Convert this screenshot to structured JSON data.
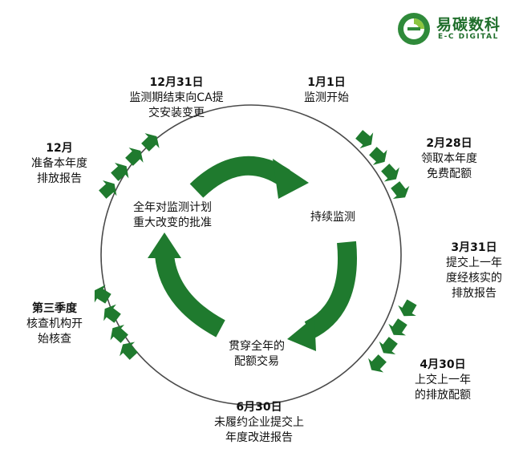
{
  "logo": {
    "title": "易碳数科",
    "subtitle": "E-C DIGITAL"
  },
  "colors": {
    "green": "#1f7a2e",
    "green_dark": "#166124",
    "circle": "#4a4a4a"
  },
  "center": {
    "left_text": [
      "全年对监测计划",
      "重大改变的批准"
    ],
    "right_text": "持续监测",
    "bottom_text": [
      "贯穿全年的",
      "配额交易"
    ]
  },
  "events": {
    "dec31": {
      "date": "12月31日",
      "lines": [
        "监测期结束向CA提",
        "交安装变更"
      ]
    },
    "jan1": {
      "date": "1月1日",
      "lines": [
        "监测开始"
      ]
    },
    "feb28": {
      "date": "2月28日",
      "lines": [
        "领取本年度",
        "免费配额"
      ]
    },
    "mar31": {
      "date": "3月31日",
      "lines": [
        "提交上一年",
        "度经核实的",
        "排放报告"
      ]
    },
    "apr30": {
      "date": "4月30日",
      "lines": [
        "上交上一年",
        "的排放配额"
      ]
    },
    "jun30": {
      "date": "6月30日",
      "lines": [
        "未履约企业提交上",
        "年度改进报告"
      ]
    },
    "q3": {
      "date": "第三季度",
      "lines": [
        "核查机构开",
        "始核查"
      ]
    },
    "dec": {
      "date": "12月",
      "lines": [
        "准备本年度",
        "排放报告"
      ]
    }
  }
}
